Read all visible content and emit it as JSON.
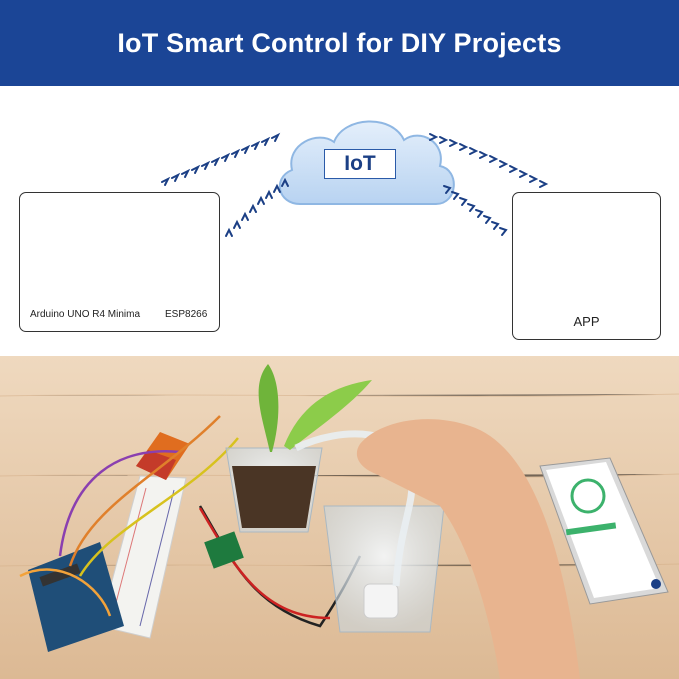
{
  "header": {
    "title": "IoT Smart Control for DIY Projects"
  },
  "diagram": {
    "cloud_label": "IoT",
    "boards": [
      {
        "caption": "Arduino UNO R4 Minima"
      },
      {
        "caption": "ESP8266"
      }
    ],
    "app": {
      "caption": "APP"
    }
  },
  "colors": {
    "banner": "#1b4596",
    "cloud": "#cfe2f7",
    "arrows": "#1b3f85",
    "board_blue": "#1f4e78",
    "phone_screen": "#7fcab8",
    "table": "#e6c9a8"
  },
  "icons": [
    "cloud-icon",
    "wifi-arrows-icon",
    "arduino-board-icon",
    "esp8266-module-icon",
    "smartphone-icon"
  ]
}
